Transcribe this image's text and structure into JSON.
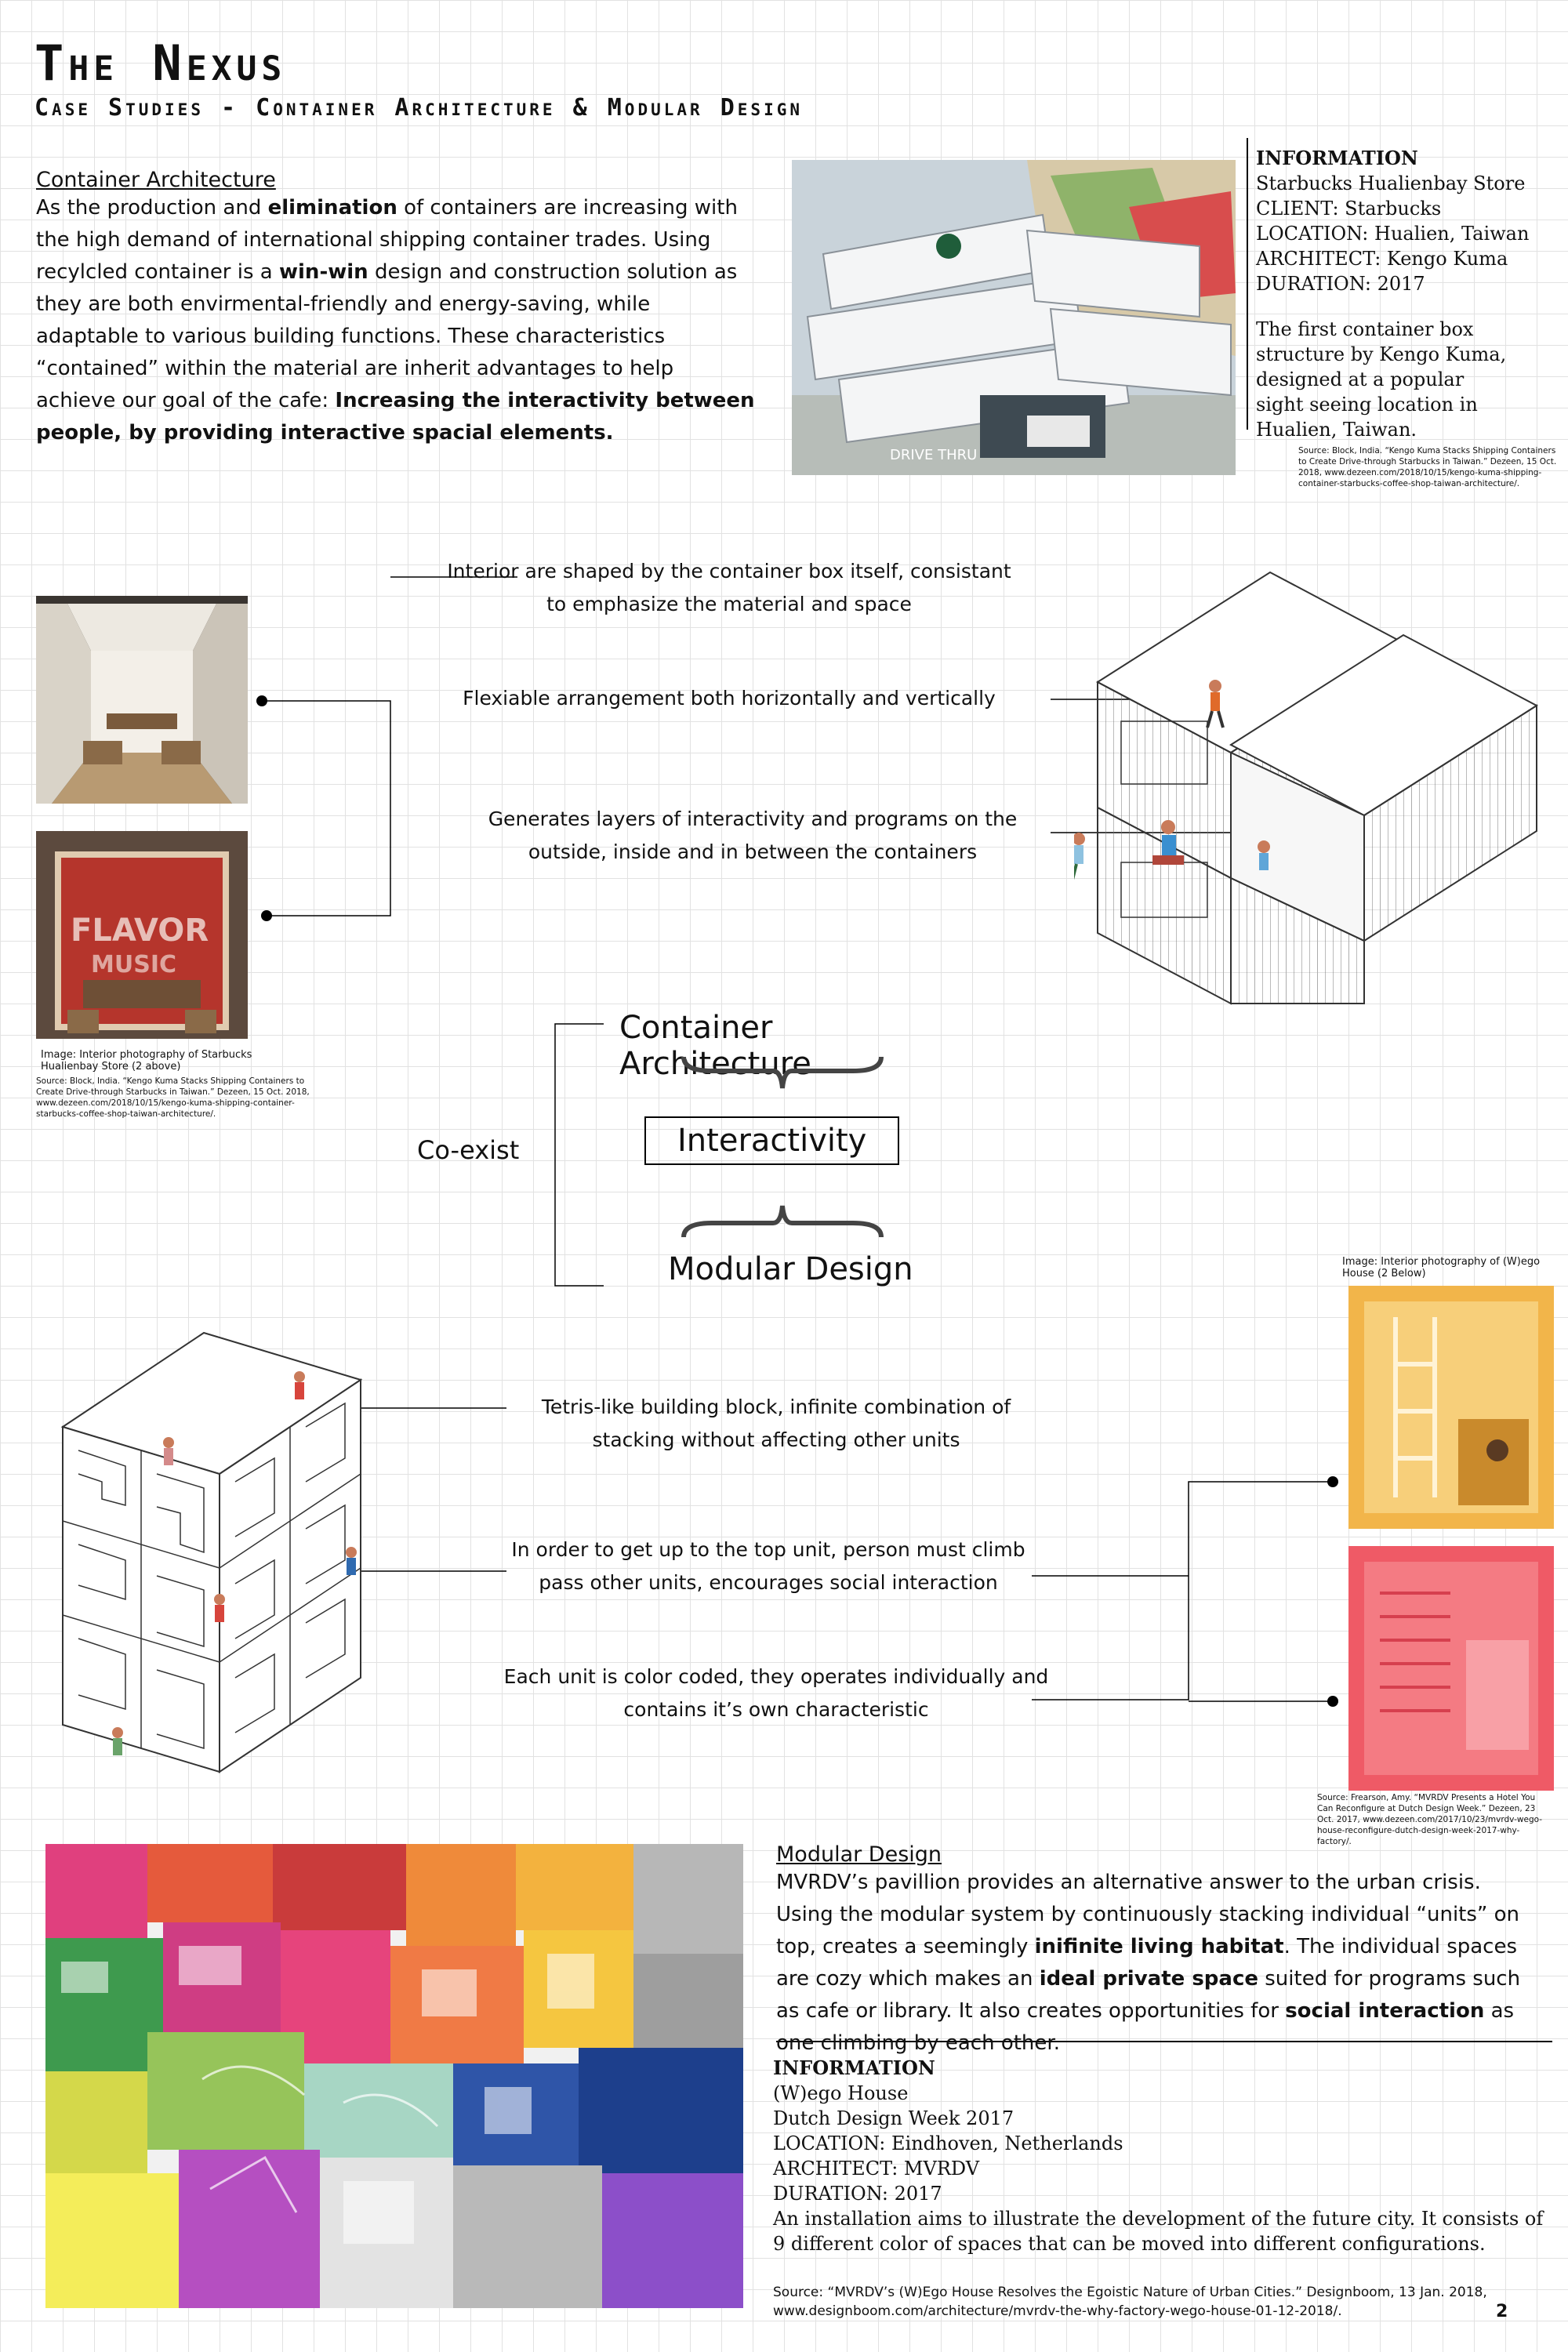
{
  "header": {
    "title": "The Nexus",
    "subtitle": "Case Studies - Container Architecture & Modular Design",
    "page_number": "2"
  },
  "container_section": {
    "heading": "Container Architecture",
    "p1": "As the production and ",
    "b1": "elimination",
    "p2": " of containers are increasing with the high demand of international shipping container trades. Using recylcled container is a ",
    "b2": "win-win",
    "p3": " design and construction solution as they are both envirmental-friendly and energy-saving, while adaptable to various building functions. These characteristics “contained” within the material are inherit advantages to help achieve our goal of the cafe: ",
    "b3": "Increasing the interactivity between people, by providing interactive spacial elements."
  },
  "starbucks_info": {
    "heading": "INFORMATION",
    "lines": [
      "Starbucks Hualienbay Store",
      "CLIENT: Starbucks",
      "LOCATION: Hualien, Taiwan",
      "ARCHITECT: Kengo Kuma",
      "DURATION: 2017"
    ],
    "description": "The first container box structure by Kengo Kuma, designed at a popular sight seeing location in Hualien, Taiwan.",
    "source": "Source: Block, India. “Kengo Kuma Stacks Shipping Containers to Create Drive-through Starbucks in Taiwan.” Dezeen, 15 Oct. 2018, www.dezeen.com/2018/10/15/kengo-kuma-shipping-container-starbucks-coffee-shop-taiwan-architecture/."
  },
  "photo_labels": {
    "drive_thru": "DRIVE THRU",
    "flavor": "FLAVOR",
    "music": "MUSIC"
  },
  "container_annotations": [
    "Interior are shaped by the container box itself, consistant to emphasize the material and space",
    "Flexiable arrangement both horizontally and vertically",
    "Generates layers of interactivity and programs on the outside, inside and in between the containers"
  ],
  "interior_caption": "Image: Interior photography of Starbucks Hualienbay Store (2 above)",
  "interior_source": "Source: Block, India. “Kengo Kuma Stacks Shipping Containers to Create Drive-through Starbucks in Taiwan.” Dezeen, 15 Oct. 2018, www.dezeen.com/2018/10/15/kengo-kuma-shipping-container-starbucks-coffee-shop-taiwan-architecture/.",
  "concept": {
    "top": "Container Architecture",
    "center": "Interactivity",
    "bottom": "Modular Design",
    "left": "Co-exist"
  },
  "modular_annotations": [
    "Tetris-like building block, infinite combination of stacking without affecting other units",
    "In order to get up to the top unit, person must climb pass other units, encourages social interaction",
    "Each unit is color coded, they operates individually and contains it’s own characteristic"
  ],
  "wego_caption": "Image: Interior photography of (W)ego House (2 Below)",
  "wego_photo_source": "Source: Frearson, Amy. “MVRDV Presents a Hotel You Can Reconfigure at Dutch Design Week.” Dezeen, 23 Oct. 2017, www.dezeen.com/2017/10/23/mvrdv-wego-house-reconfigure-dutch-design-week-2017-why-factory/.",
  "modular_section": {
    "heading": "Modular Design",
    "p1": "MVRDV’s pavillion provides an alternative answer to the urban crisis. Using the modular system by continuously stacking individual “units” on top, creates a seemingly ",
    "b1": "inifinite living habitat",
    "p2": ". The individual spaces are cozy which makes an ",
    "b2": "ideal private space",
    "p3": " suited for programs such as cafe or library. It also creates opportunities for ",
    "b3": "social interaction",
    "p4": " as one climbing by each other."
  },
  "wego_info": {
    "heading": "INFORMATION",
    "lines": [
      "(W)ego House",
      "Dutch Design Week 2017",
      "LOCATION: Eindhoven, Netherlands",
      "ARCHITECT: MVRDV",
      "DURATION: 2017"
    ],
    "description": "An installation aims to illustrate the development of the future city. It consists of 9 different color of spaces that can be moved into different configurations.",
    "source": "Source: “MVRDV’s (W)Ego House Resolves the Egoistic Nature of Urban Cities.” Designboom, 13 Jan. 2018, www.designboom.com/architecture/mvrdv-the-why-factory-wego-house-01-12-2018/."
  },
  "colors": {
    "line": "#000000",
    "orange_photo": "#f2b54a",
    "red_photo": "#ef5a66"
  }
}
